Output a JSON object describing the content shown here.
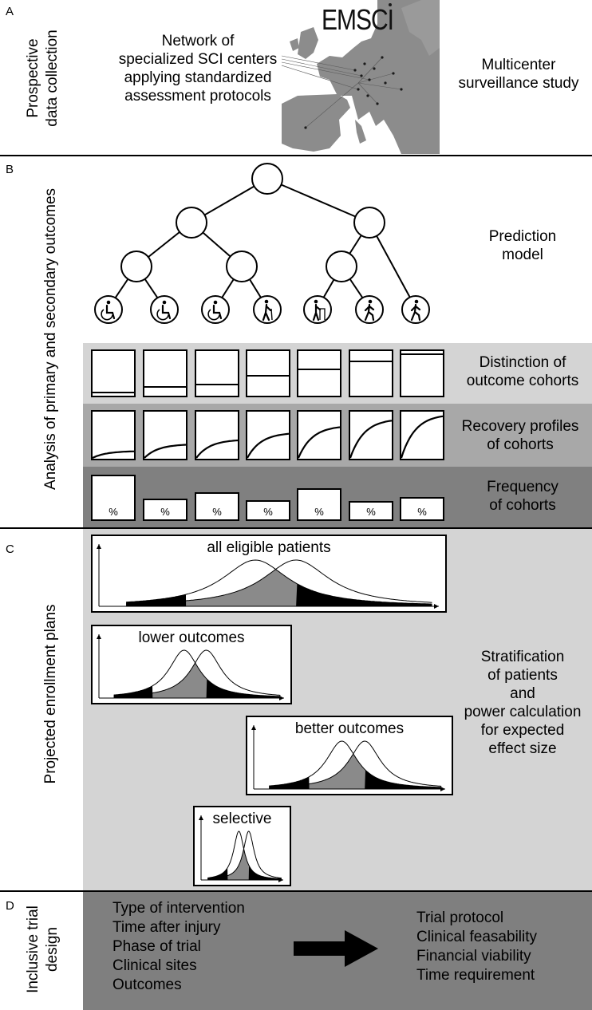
{
  "panels": {
    "a": {
      "letter": "A",
      "side_label": "Prospective\ndata collection",
      "network_text": "Network of\nspecialized SCI centers\napplying standardized\nassessment protocols",
      "map_label": "EMSCI",
      "study_text": "Multicenter\nsurveillance study"
    },
    "b": {
      "letter": "B",
      "side_label": "Analysis of primary and secondary outcomes",
      "model_label": "Prediction\nmodel",
      "leaf_icons": [
        "wheelchair-icon",
        "wheelchair-icon",
        "wheelchair-icon",
        "walking-cane-icon",
        "walker-icon",
        "walking-icon",
        "walking-icon"
      ],
      "distinction_label": "Distinction of\noutcome cohorts",
      "distinction_levels": [
        0.06,
        0.18,
        0.25,
        0.45,
        0.6,
        0.78,
        0.95
      ],
      "recovery_label": "Recovery profiles\nof cohorts",
      "recovery_levels": [
        0.15,
        0.3,
        0.4,
        0.55,
        0.7,
        0.85,
        0.95
      ],
      "frequency_label": "Frequency\nof cohorts",
      "frequency_values": [
        1.0,
        0.32,
        0.5,
        0.28,
        0.62,
        0.26,
        0.36
      ],
      "percent_symbol": "%"
    },
    "c": {
      "letter": "C",
      "side_label": "Projected enrollment plans",
      "plots": [
        {
          "title": "all eligible patients",
          "sd": 0.12
        },
        {
          "title": "lower outcomes",
          "sd": 0.1
        },
        {
          "title": "better outcomes",
          "sd": 0.1
        },
        {
          "title": "selective",
          "sd": 0.08
        }
      ],
      "stratification_text": "Stratification\nof patients\nand\npower calculation\nfor expected\neffect size"
    },
    "d": {
      "letter": "D",
      "side_label": "Inclusive trial\ndesign",
      "inputs": [
        "Type of intervention",
        "Time after injury",
        "Phase of trial",
        "Clinical sites",
        "Outcomes"
      ],
      "outputs": [
        "Trial protocol",
        "Clinical feasability",
        "Financial viability",
        "Time requirement"
      ]
    }
  },
  "colors": {
    "band_light": "#d4d4d4",
    "band_mid": "#a8a8a8",
    "band_dark": "#808080",
    "panel_c_bg": "#d4d4d4",
    "panel_d_bg": "#7f7f7f",
    "map_sea": "#ffffff",
    "map_land": "#8c8c8c",
    "overlap_fill": "#8a8a8a"
  }
}
